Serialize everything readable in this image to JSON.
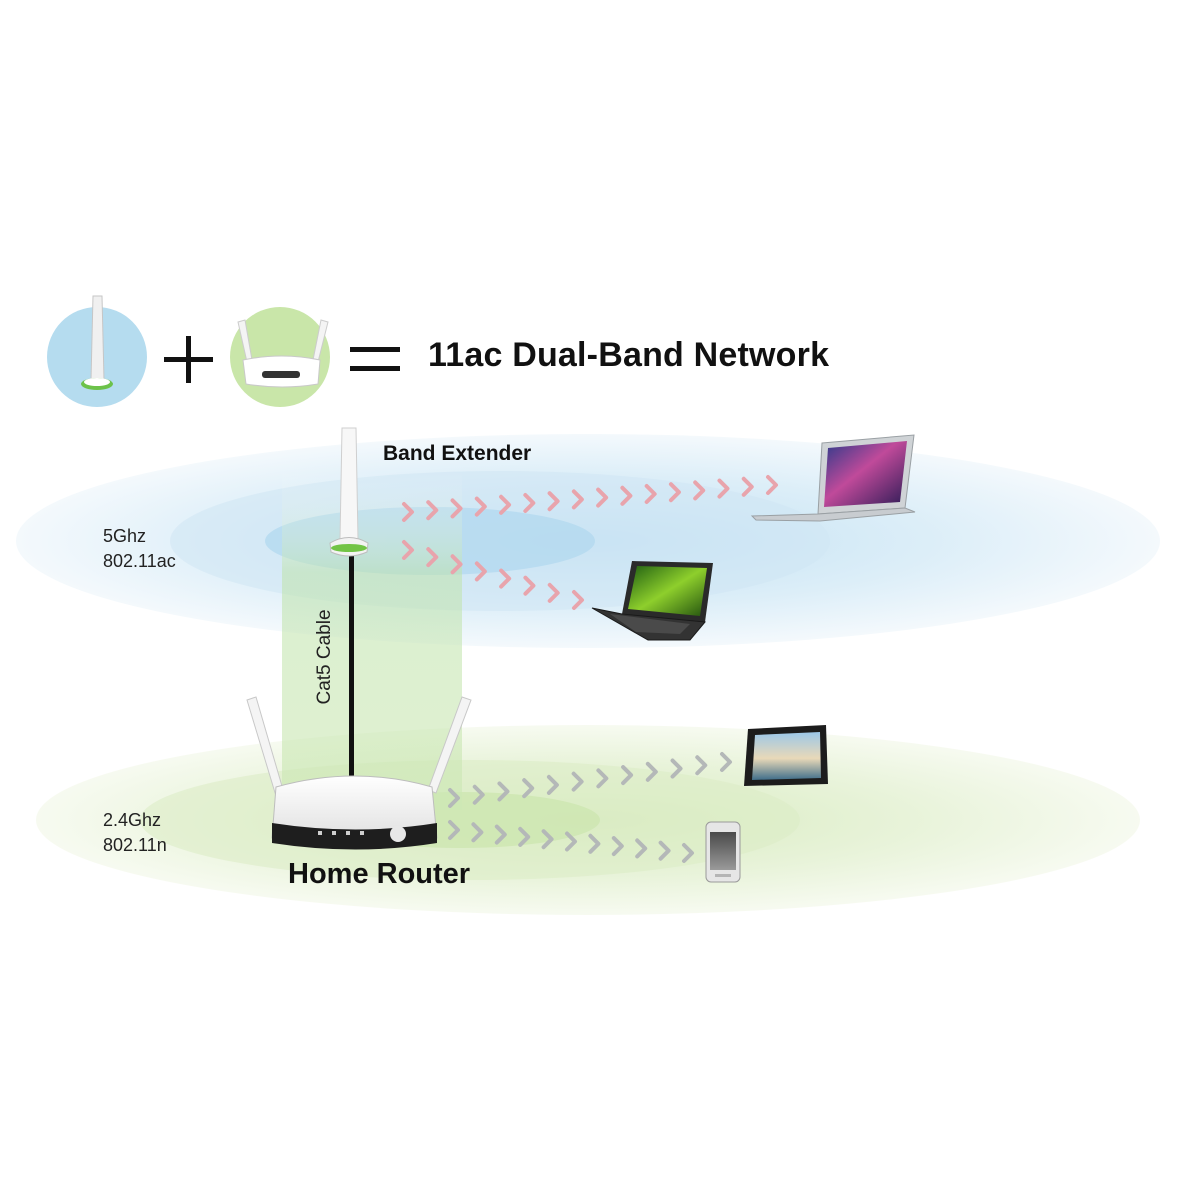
{
  "equation": {
    "heading": "11ac Dual-Band Network",
    "plus_symbol": "+",
    "equals_symbol": "="
  },
  "band_5ghz": {
    "frequency": "5Ghz",
    "standard": "802.11ac",
    "device_label": "Band Extender",
    "arrow_color": "#e8a4ac",
    "zone_color": "#cfe6f4"
  },
  "band_24ghz": {
    "frequency": "2.4Ghz",
    "standard": "802.11n",
    "device_label": "Home Router",
    "arrow_color": "#b4b8b8",
    "zone_color": "#e2f0cf"
  },
  "cable": {
    "label": "Cat5 Cable"
  },
  "clients": [
    {
      "name": "macbook-laptop",
      "band": "5Ghz"
    },
    {
      "name": "windows-laptop",
      "band": "5Ghz"
    },
    {
      "name": "tablet",
      "band": "2.4Ghz"
    },
    {
      "name": "smartphone",
      "band": "2.4Ghz"
    }
  ]
}
